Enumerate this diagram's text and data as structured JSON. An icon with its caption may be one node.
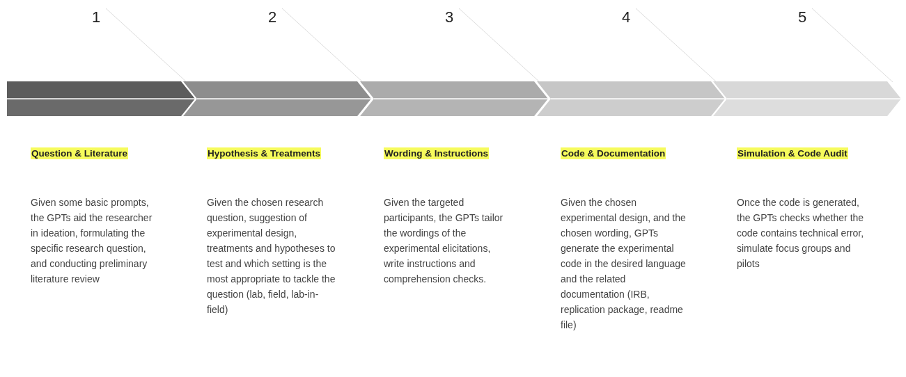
{
  "diagram": {
    "nodes": [
      {
        "text": [
          "Question & Literature",
          "Given some basic prompts, the GPTs aid the researcher in ideation, formulating the specific research question, and conducting preliminary literature review"
        ]
      },
      {
        "text": [
          "Hypothesis & Treatments",
          "Given the chosen research question, suggestion of experimental design, treatments and hypotheses to test and which setting is the most appropriate to tackle the question (lab, field, lab-in-field)"
        ]
      },
      {
        "text": [
          "Wording & Instructions",
          "Given the targeted participants, the GPTs tailor the wordings of the experimental elicitations, write instructions and comprehension checks."
        ]
      },
      {
        "text": [
          "Code & Documentation",
          "Given the chosen experimental design, and the chosen wording, GPTs generate the experimental code in the desired language and the related documentation (IRB, replication package, readme file)"
        ]
      },
      {
        "text": [
          "Simulation & Code Audit",
          "Once the code is generated, the GPTs checks whether the code contains technical error, simulate focus groups and pilots"
        ]
      }
    ],
    "labels": [
      "1",
      "2",
      "3",
      "4",
      "5"
    ]
  }
}
